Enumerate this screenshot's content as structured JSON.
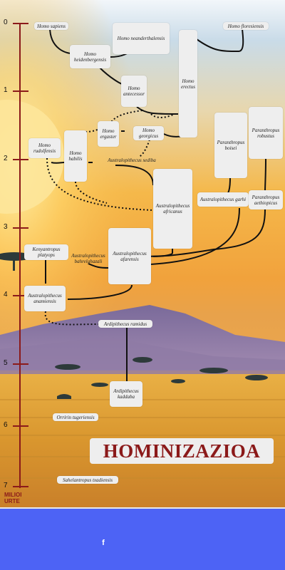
{
  "title": "HOMINIZAZIOA",
  "axis": {
    "ticks": [
      "0",
      "1",
      "2",
      "3",
      "4",
      "5",
      "6",
      "7"
    ],
    "caption": "MILIOI URTE"
  },
  "species": {
    "homo_sapiens": "Homo sapiens",
    "homo_neanderthalensis": "Homo neanderthalensis",
    "homo_floresiensis": "Homo floresiensis",
    "homo_heidenbergensis": "Homo heidenbergensis",
    "homo_erectus": "Homo erectus",
    "homo_antecessor": "Homo antecessor",
    "homo_ergaster": "Homo ergaster",
    "homo_georgicus": "Homo georgicus",
    "homo_rudolfensis": "Homo rudolfensis",
    "homo_habilis": "Homo habilis",
    "australopithecus_sediba": "Australopithecus sediba",
    "paranthropus_boisei": "Paranthropus boisei",
    "paranthropus_robustus": "Paranthropus robustus",
    "australopithecus_africanus": "Australopithecus africanus",
    "australopithecus_garhi": "Australopithecus garhi",
    "paranthropus_aethiopicus": "Paranthropus aethiopicus",
    "kenyanthropus_platyops": "Kenyantropus platyops",
    "australopithecus_bahrelghazali": "Australopithecus bahrelghazali",
    "australopithecus_afarensis": "Australopithecus afarensis",
    "australopithecus_anamiensis": "Australopithecus anamiensis",
    "ardipithecus_ramidus": "Ardipithecus ramidus",
    "ardipithecus_kaddaba": "Ardipithecus kaddaba",
    "orrorin_tugenensis": "Orririn tugeriensis",
    "sahelanthropus_tchadensis": "Sahelantropus txadiensis"
  },
  "footer": {
    "facebook_icon": "f"
  },
  "colors": {
    "axis": "#8b1a1a",
    "footer": "#4d63f5",
    "label_bg": "#eeeeee"
  }
}
